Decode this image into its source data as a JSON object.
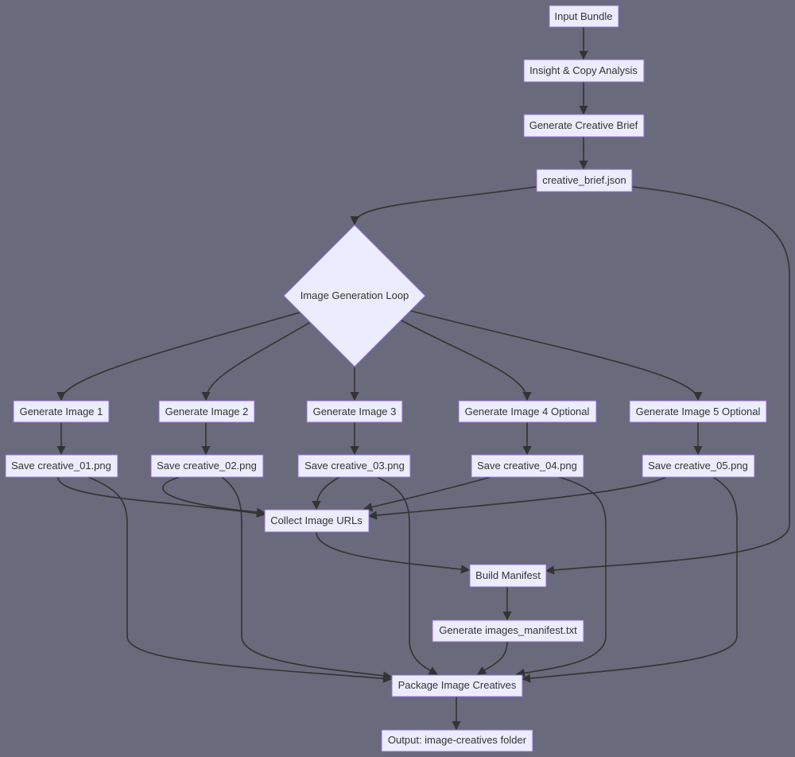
{
  "diagram": {
    "nodes": {
      "input_bundle": "Input Bundle",
      "insight": "Insight & Copy Analysis",
      "gen_brief": "Generate Creative Brief",
      "brief_json": "creative_brief.json",
      "loop": "Image Generation Loop",
      "gen1": "Generate Image 1",
      "gen2": "Generate Image 2",
      "gen3": "Generate Image 3",
      "gen4": "Generate Image 4 Optional",
      "gen5": "Generate Image 5 Optional",
      "save1": "Save creative_01.png",
      "save2": "Save creative_02.png",
      "save3": "Save creative_03.png",
      "save4": "Save creative_04.png",
      "save5": "Save creative_05.png",
      "collect": "Collect Image URLs",
      "manifest": "Build Manifest",
      "gen_manifest": "Generate images_manifest.txt",
      "package": "Package Image Creatives",
      "output": "Output: image-creatives folder"
    },
    "edges": [
      [
        "input_bundle",
        "insight"
      ],
      [
        "insight",
        "gen_brief"
      ],
      [
        "gen_brief",
        "brief_json"
      ],
      [
        "brief_json",
        "loop"
      ],
      [
        "brief_json",
        "manifest"
      ],
      [
        "loop",
        "gen1"
      ],
      [
        "loop",
        "gen2"
      ],
      [
        "loop",
        "gen3"
      ],
      [
        "loop",
        "gen4"
      ],
      [
        "loop",
        "gen5"
      ],
      [
        "gen1",
        "save1"
      ],
      [
        "gen2",
        "save2"
      ],
      [
        "gen3",
        "save3"
      ],
      [
        "gen4",
        "save4"
      ],
      [
        "gen5",
        "save5"
      ],
      [
        "save1",
        "collect"
      ],
      [
        "save2",
        "collect"
      ],
      [
        "save3",
        "collect"
      ],
      [
        "save4",
        "collect"
      ],
      [
        "save5",
        "collect"
      ],
      [
        "save1",
        "package"
      ],
      [
        "save2",
        "package"
      ],
      [
        "save3",
        "package"
      ],
      [
        "save4",
        "package"
      ],
      [
        "save5",
        "package"
      ],
      [
        "collect",
        "manifest"
      ],
      [
        "manifest",
        "gen_manifest"
      ],
      [
        "gen_manifest",
        "package"
      ],
      [
        "package",
        "output"
      ]
    ],
    "colors": {
      "background": "#696a7b",
      "node_fill": "#ececff",
      "node_border": "#9370db",
      "edge": "#333333",
      "text": "#333333"
    }
  }
}
